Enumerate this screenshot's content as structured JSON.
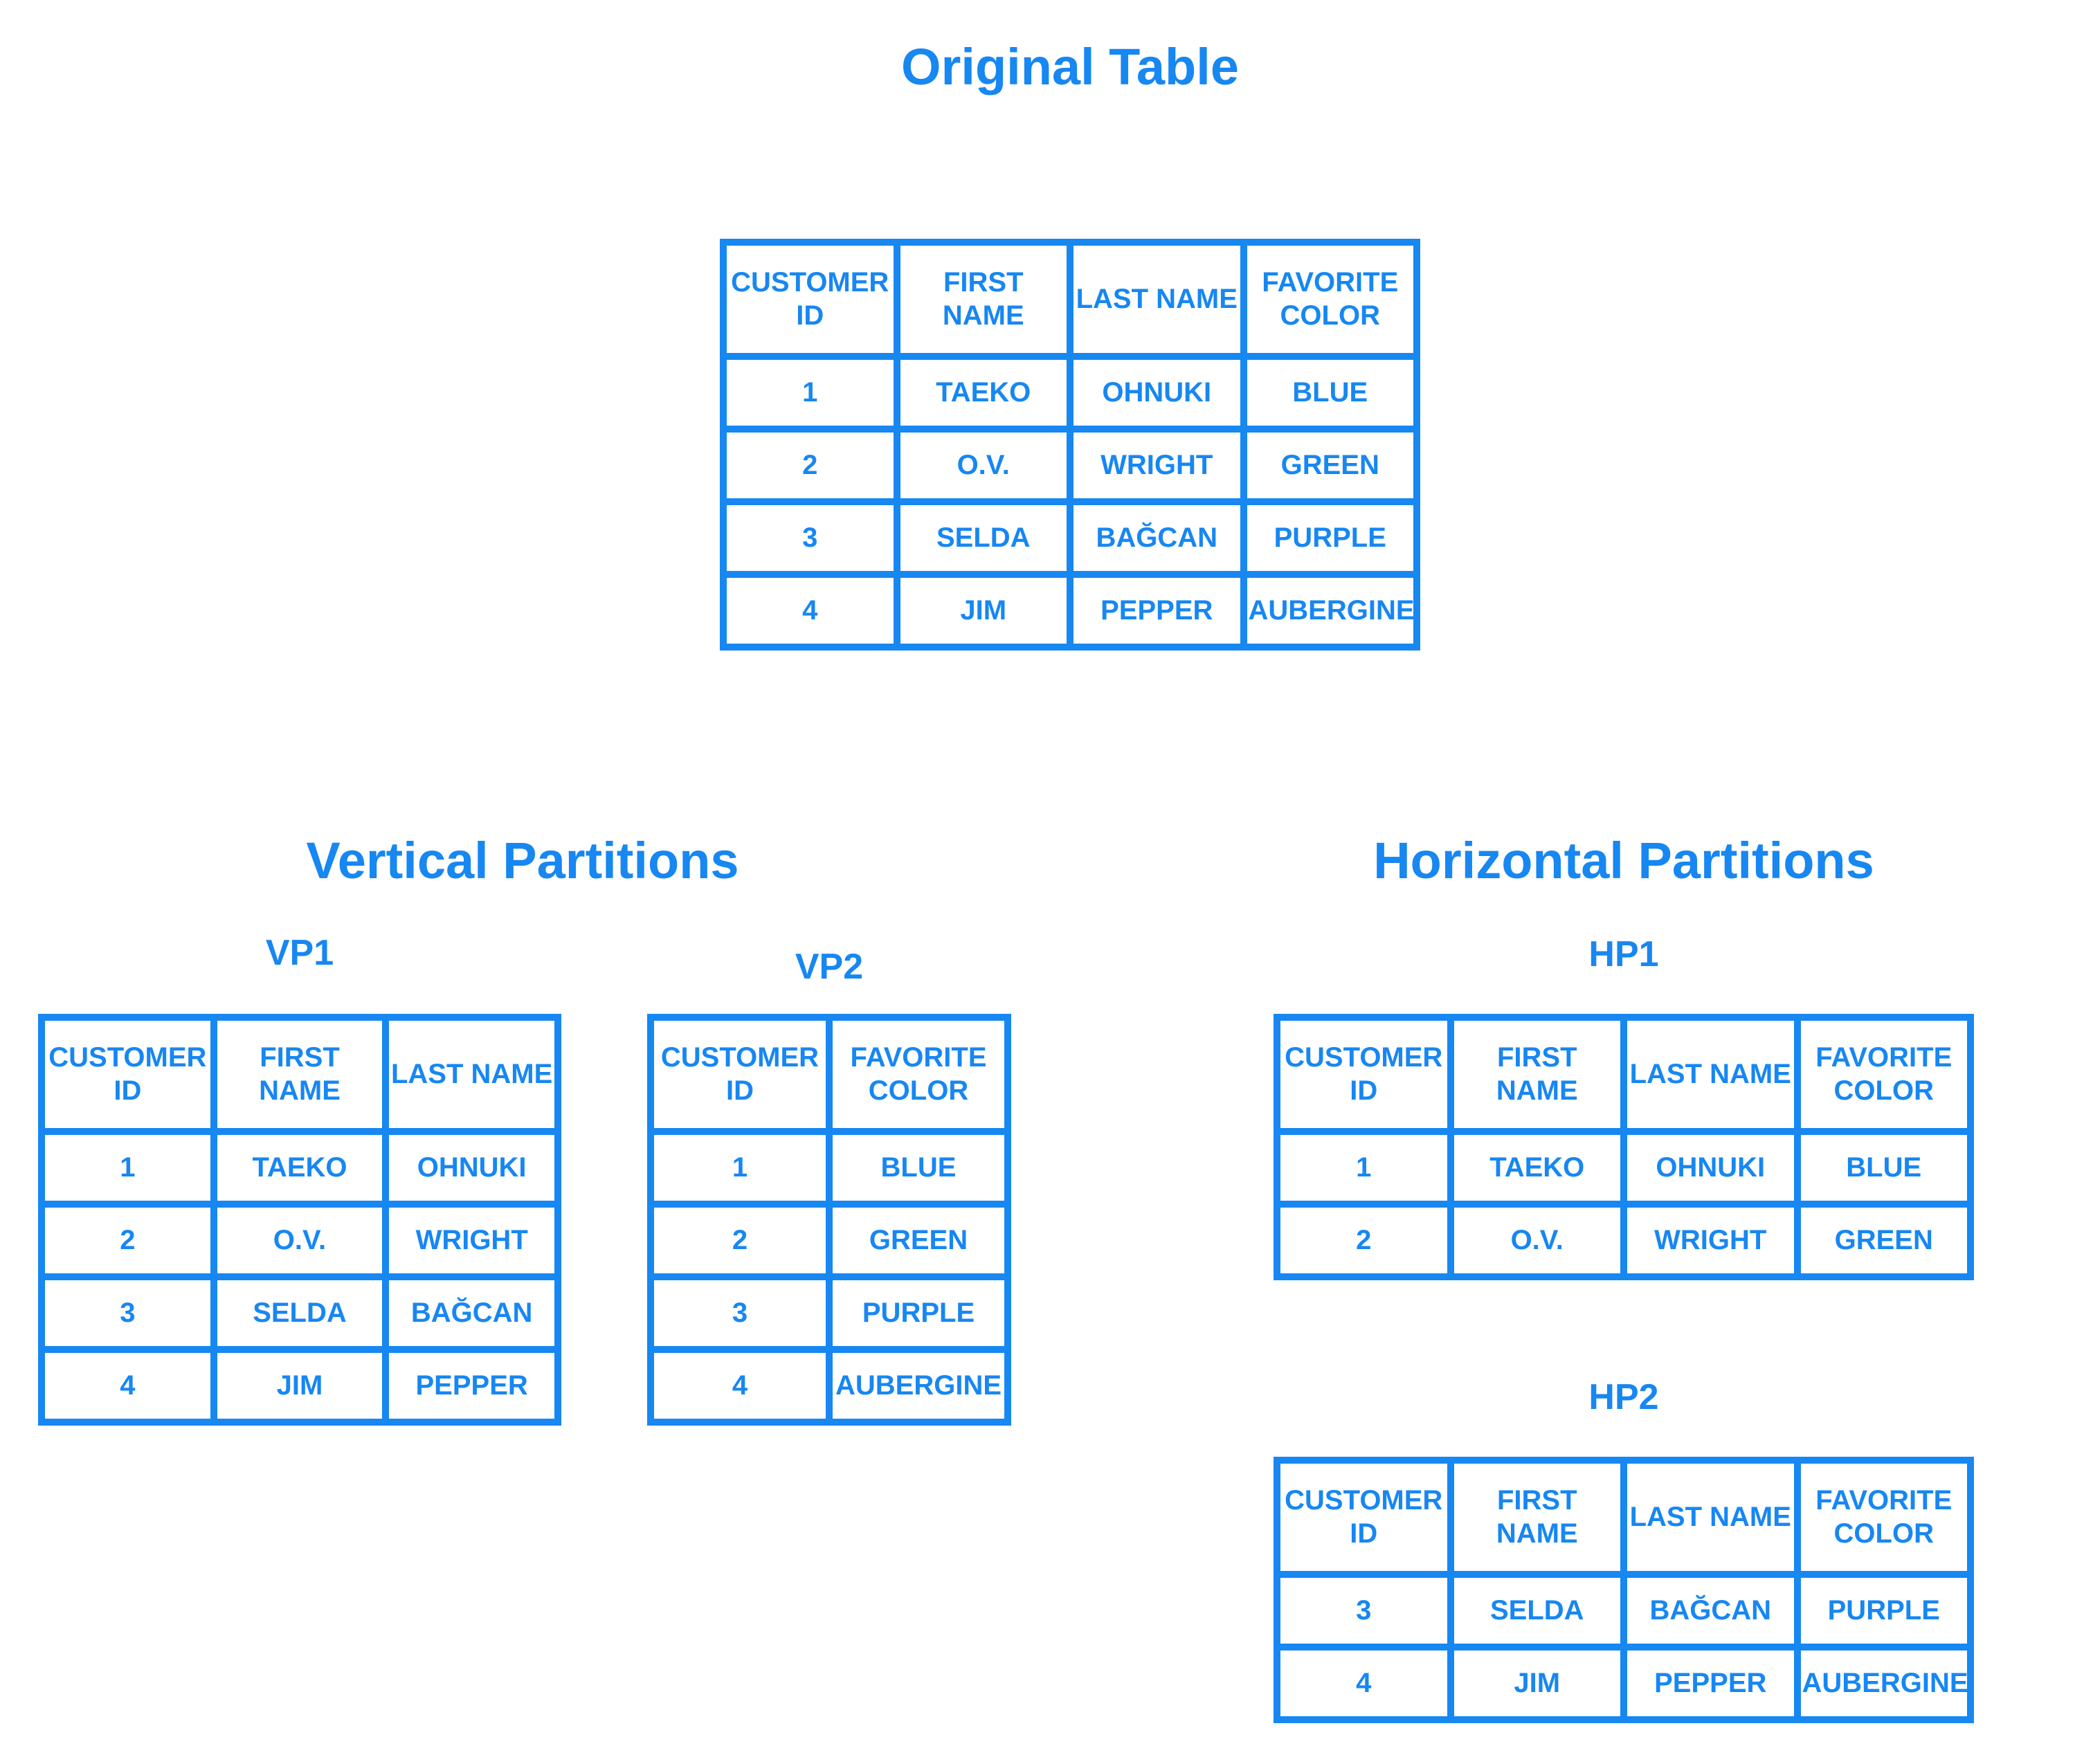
{
  "colors": {
    "accent": "#1787F2",
    "background": "#FFFFFF"
  },
  "original": {
    "title": "Original Table",
    "columns": [
      "CUSTOMER ID",
      "FIRST NAME",
      "LAST NAME",
      "FAVORITE COLOR"
    ],
    "rows": [
      [
        "1",
        "TAEKO",
        "OHNUKI",
        "BLUE"
      ],
      [
        "2",
        "O.V.",
        "WRIGHT",
        "GREEN"
      ],
      [
        "3",
        "SELDA",
        "BAĞCAN",
        "PURPLE"
      ],
      [
        "4",
        "JIM",
        "PEPPER",
        "AUBERGINE"
      ]
    ]
  },
  "vertical": {
    "title": "Vertical Partitions",
    "vp1": {
      "label": "VP1",
      "columns": [
        "CUSTOMER ID",
        "FIRST NAME",
        "LAST NAME"
      ],
      "rows": [
        [
          "1",
          "TAEKO",
          "OHNUKI"
        ],
        [
          "2",
          "O.V.",
          "WRIGHT"
        ],
        [
          "3",
          "SELDA",
          "BAĞCAN"
        ],
        [
          "4",
          "JIM",
          "PEPPER"
        ]
      ]
    },
    "vp2": {
      "label": "VP2",
      "columns": [
        "CUSTOMER ID",
        "FAVORITE COLOR"
      ],
      "rows": [
        [
          "1",
          "BLUE"
        ],
        [
          "2",
          "GREEN"
        ],
        [
          "3",
          "PURPLE"
        ],
        [
          "4",
          "AUBERGINE"
        ]
      ]
    }
  },
  "horizontal": {
    "title": "Horizontal Partitions",
    "hp1": {
      "label": "HP1",
      "columns": [
        "CUSTOMER ID",
        "FIRST NAME",
        "LAST NAME",
        "FAVORITE COLOR"
      ],
      "rows": [
        [
          "1",
          "TAEKO",
          "OHNUKI",
          "BLUE"
        ],
        [
          "2",
          "O.V.",
          "WRIGHT",
          "GREEN"
        ]
      ]
    },
    "hp2": {
      "label": "HP2",
      "columns": [
        "CUSTOMER ID",
        "FIRST NAME",
        "LAST NAME",
        "FAVORITE COLOR"
      ],
      "rows": [
        [
          "3",
          "SELDA",
          "BAĞCAN",
          "PURPLE"
        ],
        [
          "4",
          "JIM",
          "PEPPER",
          "AUBERGINE"
        ]
      ]
    }
  }
}
